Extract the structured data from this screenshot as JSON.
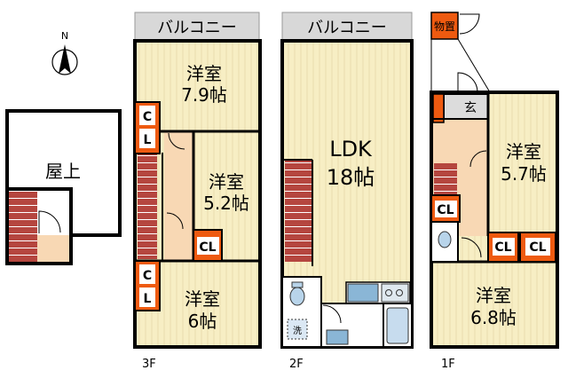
{
  "compass": {
    "label": "N"
  },
  "rooftop": {
    "label": "屋上"
  },
  "floor3": {
    "label": "3F",
    "balcony": "バルコニー",
    "room1": {
      "name": "洋室",
      "size": "7.9帖"
    },
    "room2": {
      "name": "洋室",
      "size": "5.2帖"
    },
    "room3": {
      "name": "洋室",
      "size": "6帖"
    },
    "closets": [
      "C",
      "L",
      "CL",
      "C",
      "L"
    ]
  },
  "floor2": {
    "label": "2F",
    "balcony": "バルコニー",
    "ldk": {
      "name": "LDK",
      "size": "18帖"
    },
    "washer": "洗"
  },
  "floor1": {
    "label": "1F",
    "storage": "物置",
    "entrance": "玄",
    "room1": {
      "name": "洋室",
      "size": "5.7帖"
    },
    "room2": {
      "name": "洋室",
      "size": "6.8帖"
    },
    "closets": [
      "CL",
      "CL",
      "CL"
    ]
  },
  "colors": {
    "floor": "#f7eec4",
    "floor_line": "#e9dca8",
    "wall": "#000000",
    "closet": "#ee5a10",
    "stairs": "#b5463f",
    "hall": "#f8d8b4",
    "balcony": "#d8d8d8",
    "wet": "#ffffff"
  }
}
